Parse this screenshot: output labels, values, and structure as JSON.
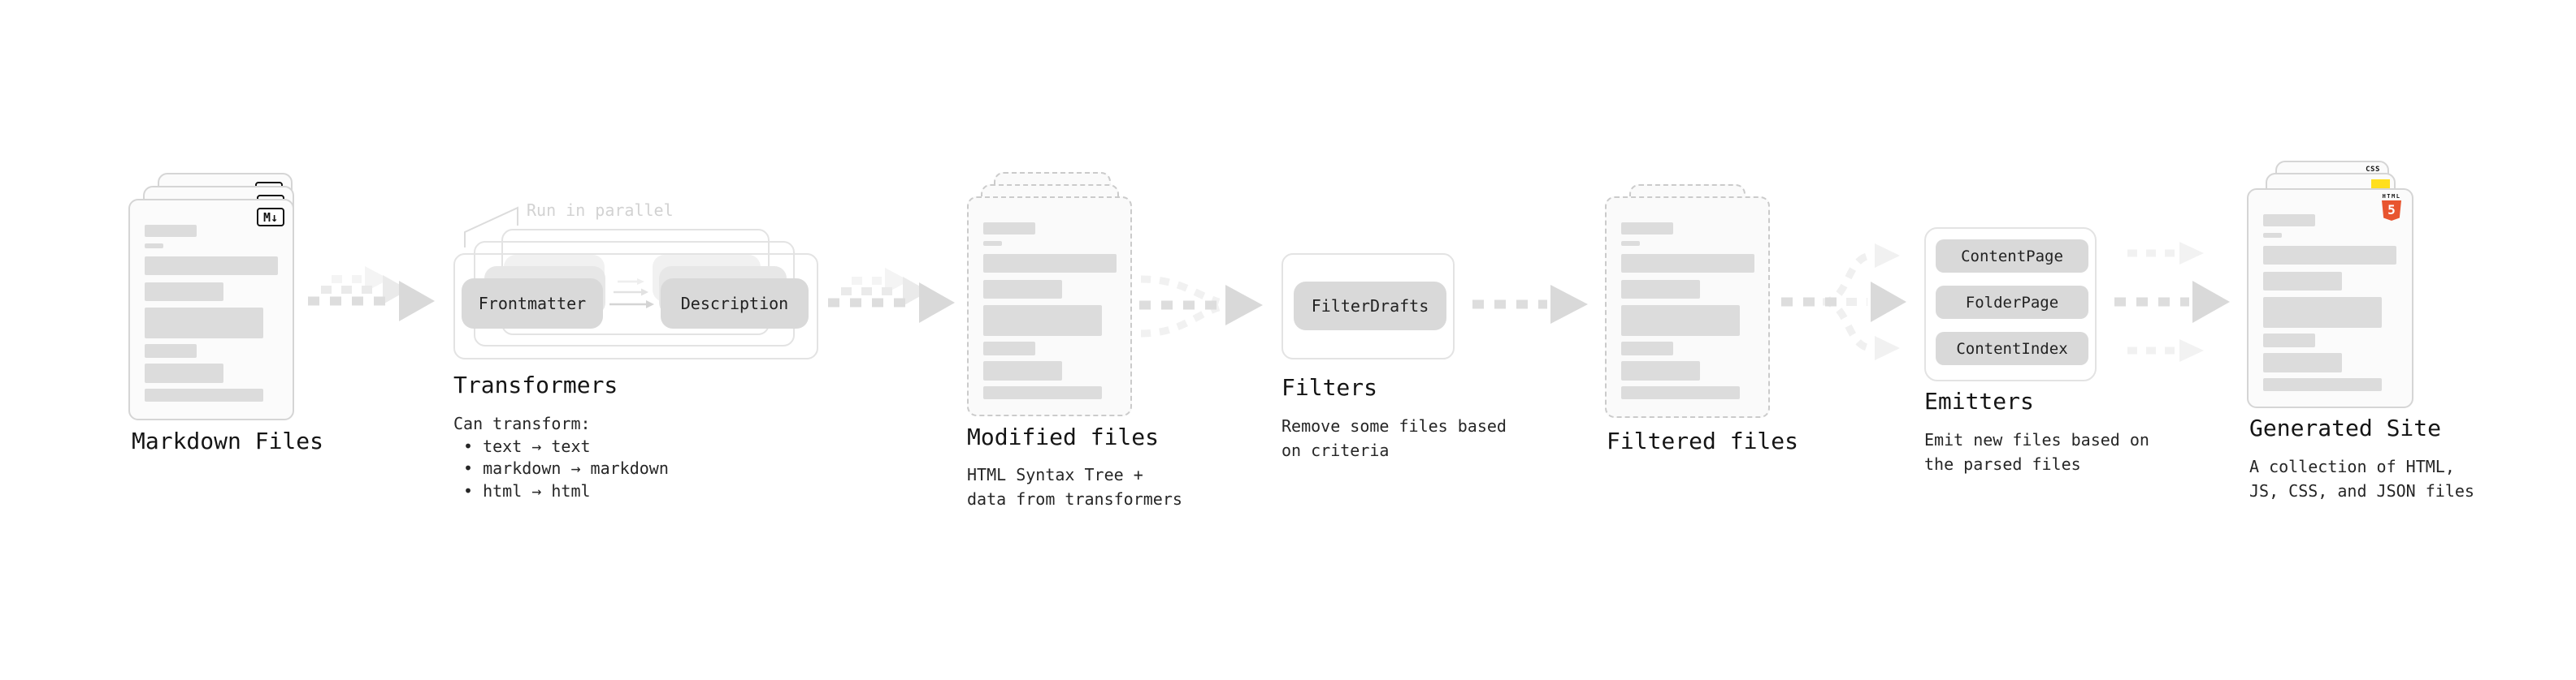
{
  "stages": [
    {
      "id": "markdown-files",
      "label": "Markdown Files",
      "badge": "M↓"
    },
    {
      "id": "transformers",
      "label": "Transformers",
      "annotation": "Run in parallel",
      "nodes": [
        "Frontmatter",
        "Description"
      ],
      "note_title": "Can transform:",
      "bullets": [
        "• text → text",
        "• markdown → markdown",
        "• html → html"
      ]
    },
    {
      "id": "modified-files",
      "label": "Modified files",
      "note": "HTML Syntax Tree +\ndata from transformers"
    },
    {
      "id": "filters",
      "label": "Filters",
      "nodes": [
        "FilterDrafts"
      ],
      "note": "Remove some files based\non criteria"
    },
    {
      "id": "filtered-files",
      "label": "Filtered files"
    },
    {
      "id": "emitters",
      "label": "Emitters",
      "nodes": [
        "ContentPage",
        "FolderPage",
        "ContentIndex"
      ],
      "note": "Emit new files based on\nthe parsed files"
    },
    {
      "id": "generated-site",
      "label": "Generated Site",
      "note": "A collection of HTML,\nJS, CSS, and JSON files",
      "badges": {
        "css": "CSS",
        "html_label": "HTML",
        "html_digit": "5"
      }
    }
  ],
  "colors": {
    "background": "#ffffff",
    "card_bg": "#fbfbfb",
    "card_border": "#d5d5d5",
    "dashed_border": "#cbcbcb",
    "placeholder_bar": "#dcdcdc",
    "node_bg": "#d9d9d9",
    "container_border": "#e3e3e3",
    "arrow": "#d9d9d9",
    "arrow_light": "#f1f1f1",
    "annotation_text": "#d2d2d2",
    "text": "#1c1c1c",
    "css_blue": "#1a6ef5",
    "js_yellow": "#ffdf1e",
    "html5_orange": "#e8552f"
  }
}
